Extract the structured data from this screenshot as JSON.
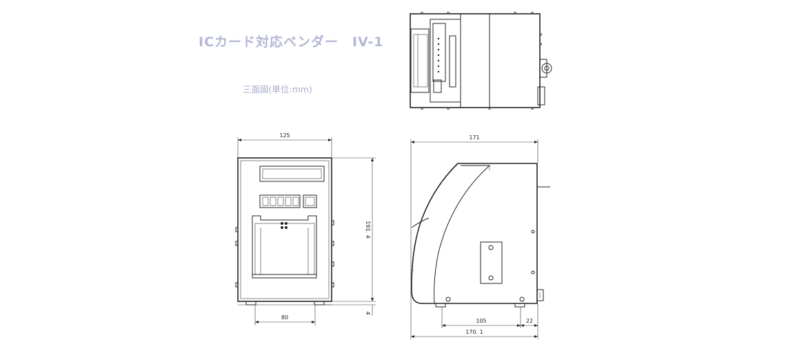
{
  "title": "ICカード対応ベンダー　IV-1",
  "subtitle": "三面図(単位:mm)",
  "dimensions": {
    "front_width": "125",
    "front_height": "191. 4",
    "front_foot_gap": "4",
    "front_foot_span": "80",
    "side_depth": "171",
    "side_foot_span": "105",
    "side_rear_offset": "22",
    "side_base_depth": "170. 1"
  }
}
